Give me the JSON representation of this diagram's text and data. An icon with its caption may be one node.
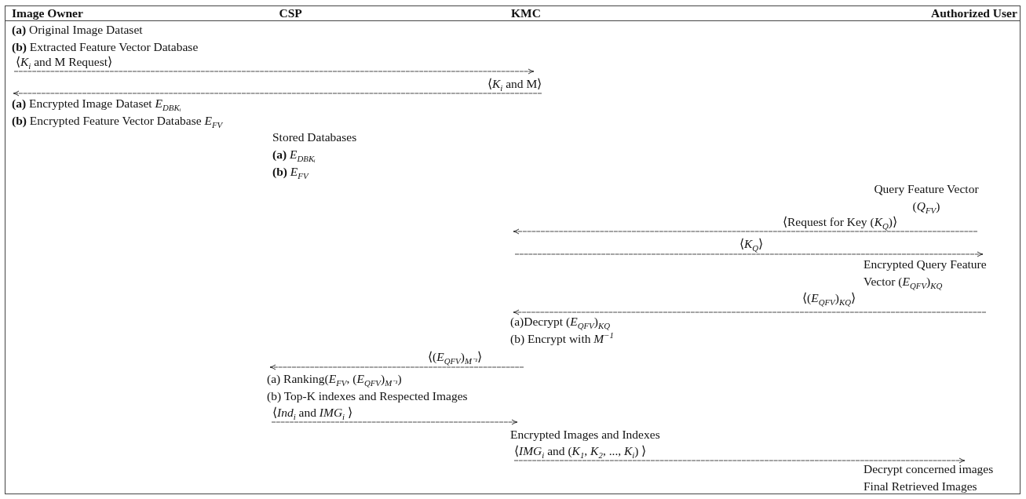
{
  "diagram": {
    "nodes": [
      {
        "text": [
          "**(a)** Original Image Dataset",
          "**(b)** Extracted Feature Vector Database"
        ]
      },
      {
        "text": [
          "**(a)** Encrypted Image Dataset *E*$_{DBKᵢ}$",
          "**(b)** Encrypted Feature Vector Database *E*$_{FV}$"
        ]
      },
      {
        "text": [
          "Query Feature Vector (*Q*$_{FV}$)"
        ]
      },
      {
        "text": [
          "Encrypted Query Feature Vector (*E*$_{QFV}$)$_{KQ}$"
        ]
      },
      {
        "text": [
          "(a)Decrypt (*E*$_{QFV}$)$_{KQ}$",
          "(b) Encrypt with *M*$^{−1}$"
        ]
      },
      {
        "text": [
          "(a) Ranking(*E*$_{FV}$, (*E*$_{QFV}$)$_{M⁻¹}$)",
          "(b) Top-K indexes and Respected Images"
        ]
      },
      {
        "text": [
          "Encrypted Images and Indexes"
        ]
      },
      {
        "text": [
          "Decrypt concerned images",
          "Final Retrieved Images"
        ]
      }
    ],
    "edges": [
      {
        "from": 0,
        "to": null,
        "arrow": "to",
        "label": "⟨*K*$_{i}$ and M Request⟩"
      },
      {
        "from": null,
        "to": 1,
        "arrow": "to",
        "label": "⟨*K*$_{i}$ and M⟩"
      },
      {
        "from": 2,
        "to": null,
        "arrow": "to",
        "label": "⟨Request for Key (*K*$_{Q}$)⟩"
      },
      {
        "from": null,
        "to": 3,
        "arrow": "to",
        "label": "⟨*K*$_{Q}$⟩"
      },
      {
        "from": 3,
        "to": 4,
        "arrow": "to",
        "label": "⟨(*E*$_{QFV}$)$_{KQ}$⟩"
      },
      {
        "from": 4,
        "to": 5,
        "arrow": "to",
        "label": "⟨(*E*$_{QFV}$)$_{M⁻¹}$⟩"
      },
      {
        "from": 5,
        "to": 6,
        "arrow": "to",
        "label": "⟨*Ind*$_{i}$ and *IMG*$_{i}$ ⟩"
      },
      {
        "from": 6,
        "to": 7,
        "arrow": "to",
        "label": "⟨*IMG*$_{i}$ and (*K*$_{1}$, *K*$_{2}$, ..., *K*$_{i}$) ⟩"
      }
    ],
    "labels": [
      "Image Owner",
      "CSP",
      "KMC",
      "Authorized User",
      "Stored Databases",
      "**(a)** *E*$_{DBKᵢ}$",
      "**(b)** *E*$_{FV}$"
    ]
  }
}
